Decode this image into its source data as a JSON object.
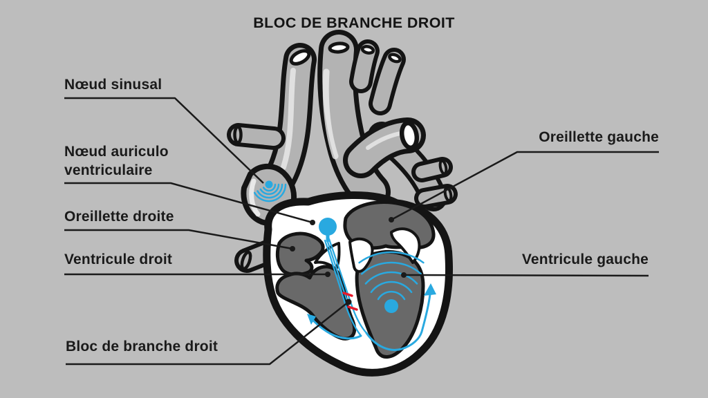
{
  "title": "BLOC DE BRANCHE DROIT",
  "background_color": "#bdbdbd",
  "colors": {
    "conduction_blue": "#29a9e0",
    "block_red": "#e8192c",
    "chamber_gray": "#696969",
    "outline_black": "#141414",
    "vessel_gray": "#b3b3b3",
    "heart_white": "#ffffff",
    "text_color": "#1a1a1a"
  },
  "labels": {
    "noeud_sinusal": "Nœud sinusal",
    "noeud_auriculo_line1": "Nœud auriculo",
    "noeud_auriculo_line2": "ventriculaire",
    "oreillette_droite": "Oreillette droite",
    "ventricule_droit": "Ventricule droit",
    "bloc_de_branche_droit": "Bloc de branche droit",
    "oreillette_gauche": "Oreillette gauche",
    "ventricule_gauche": "Ventricule gauche"
  },
  "icons": {
    "sinus_node_dot": "blue-dot-with-pulse-arcs",
    "av_node_dot": "large-blue-dot",
    "activation_ripples": "five-blue-arcs",
    "conduction_arrows": "blue-up-arrows",
    "block_marker": "red-double-tick-with-black-dot"
  }
}
